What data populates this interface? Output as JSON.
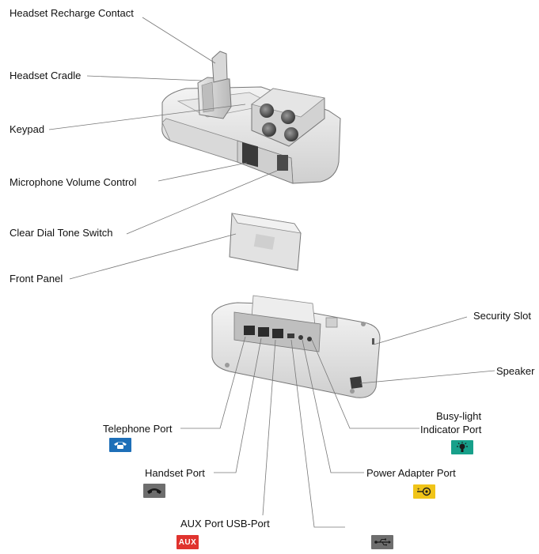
{
  "callouts": {
    "headset_recharge_contact": "Headset Recharge Contact",
    "headset_cradle": "Headset Cradle",
    "keypad": "Keypad",
    "microphone_volume_control": "Microphone Volume Control",
    "clear_dial_tone_switch": "Clear Dial Tone Switch",
    "front_panel": "Front Panel",
    "security_slot": "Security Slot",
    "speaker": "Speaker",
    "busy_light_line1": "Busy-light",
    "busy_light_line2": "Indicator Port",
    "telephone_port": "Telephone Port",
    "handset_port": "Handset Port",
    "power_adapter_port": "Power Adapter Port",
    "aux_usb_port": "AUX Port USB-Port"
  },
  "badges": {
    "aux": "AUX"
  },
  "icon_colors": {
    "telephone": "#1e6fb8",
    "handset": "#6e6e6e",
    "busy_light": "#17a08a",
    "power": "#f0c419",
    "aux": "#e0332e",
    "usb": "#6e6e6e"
  }
}
